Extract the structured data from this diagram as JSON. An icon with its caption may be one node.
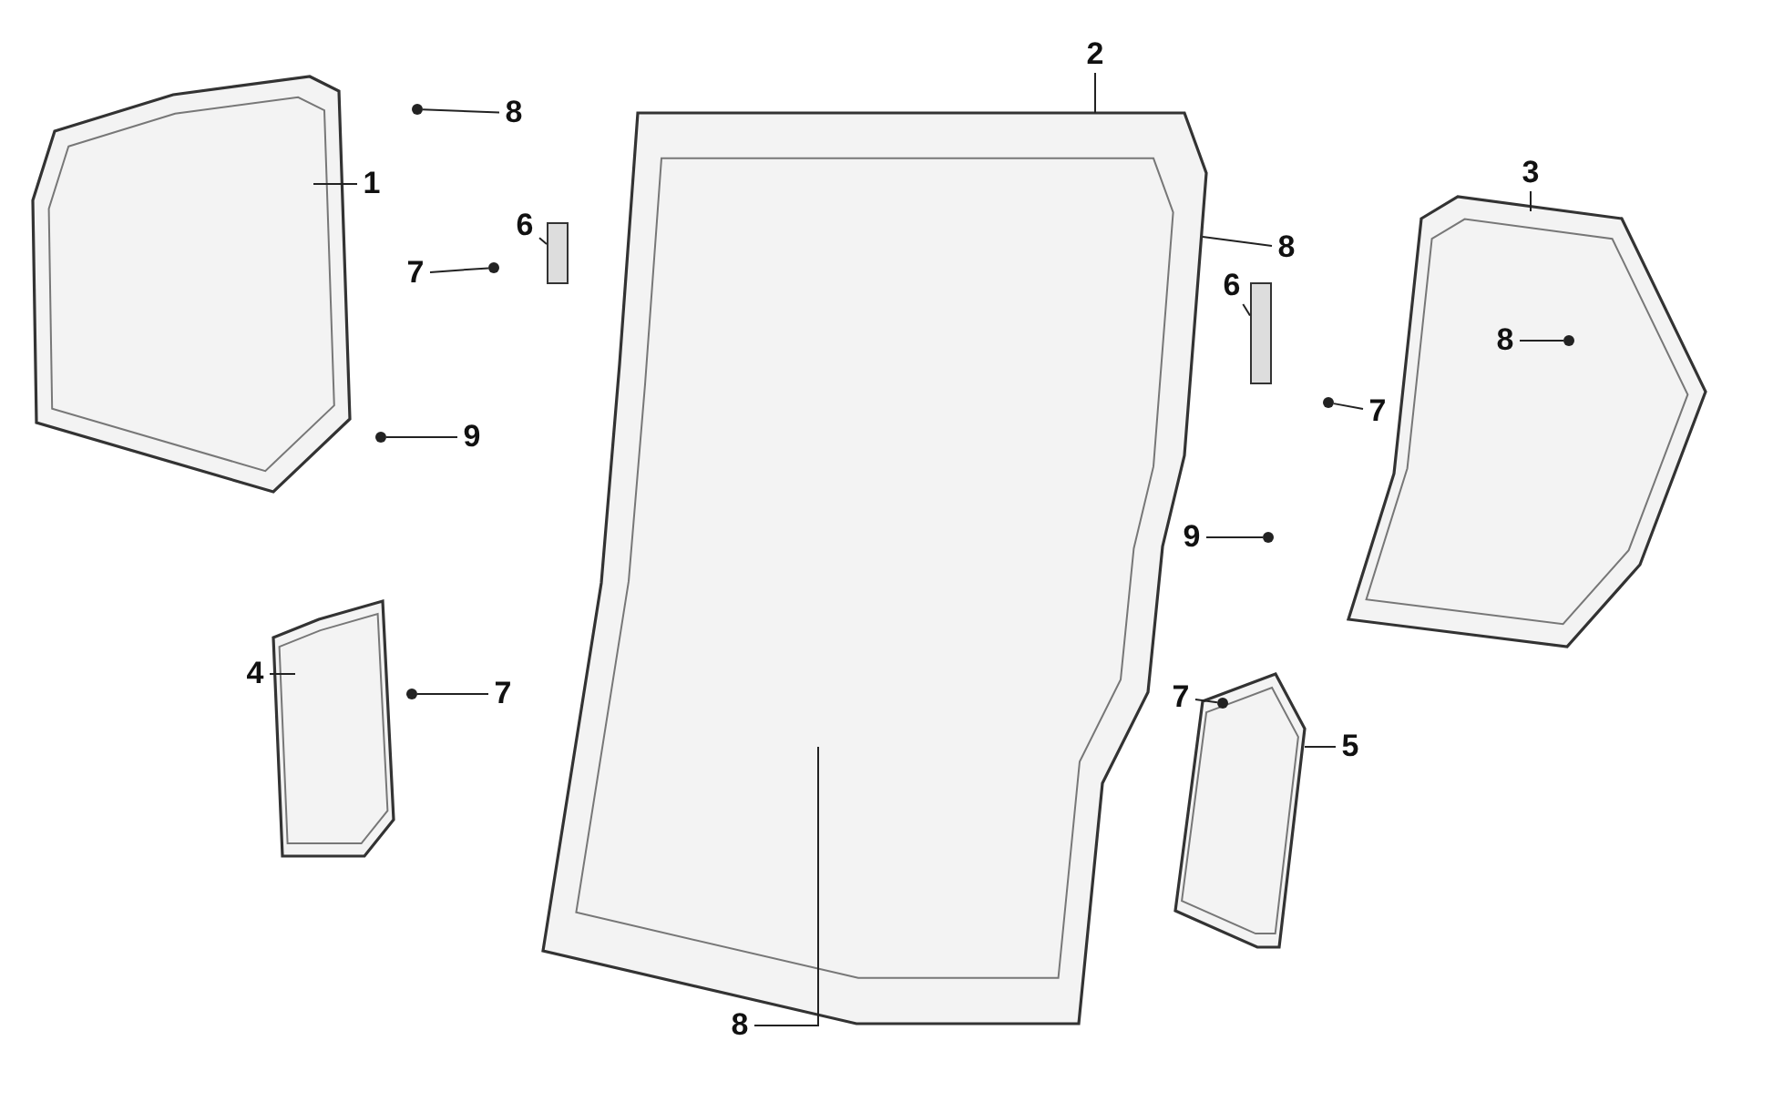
{
  "diagram": {
    "nodes": [
      {
        "text": [],
        "shape": "picture"
      },
      {
        "text": [],
        "shape": "picture"
      },
      {
        "text": [],
        "shape": "picture"
      },
      {
        "text": [],
        "shape": "picture"
      },
      {
        "text": [],
        "shape": "picture"
      },
      {
        "text": [],
        "shape": "bar"
      },
      {
        "text": [],
        "shape": "bar"
      },
      {
        "text": [],
        "shape": "circle"
      },
      {
        "text": [],
        "shape": "circle"
      },
      {
        "text": [],
        "shape": "circle"
      },
      {
        "text": [],
        "shape": "circle"
      },
      {
        "text": [],
        "shape": "circle",
        "in": 3
      },
      {
        "text": [],
        "shape": "circle"
      },
      {
        "text": [],
        "shape": "circle"
      },
      {
        "text": [],
        "shape": "circle",
        "in": 4
      },
      {
        "text": [
          "2"
        ]
      },
      {
        "text": [
          "8"
        ]
      },
      {
        "text": [
          "3"
        ]
      },
      {
        "text": [
          "1"
        ]
      },
      {
        "text": [
          "6"
        ]
      },
      {
        "text": [
          "8"
        ]
      },
      {
        "text": [
          "7"
        ]
      },
      {
        "text": [
          "6"
        ]
      },
      {
        "text": [
          "8"
        ],
        "in": 4
      },
      {
        "text": [
          "7"
        ]
      },
      {
        "text": [
          "9"
        ]
      },
      {
        "text": [
          "9"
        ]
      },
      {
        "text": [
          "4"
        ]
      },
      {
        "text": [
          "7"
        ]
      },
      {
        "text": [
          "7"
        ]
      },
      {
        "text": [
          "5"
        ]
      },
      {
        "text": [
          "8"
        ]
      }
    ],
    "edges": [
      {
        "from": 15,
        "to": 2,
        "arrow": "none"
      },
      {
        "from": 16,
        "to": 9,
        "arrow": "none"
      },
      {
        "from": 17,
        "to": 4,
        "arrow": "none"
      },
      {
        "from": 18,
        "to": 0,
        "arrow": "none"
      },
      {
        "from": 19,
        "to": 5,
        "arrow": "none"
      },
      {
        "from": 20,
        "to": 2,
        "arrow": "none"
      },
      {
        "from": 21,
        "to": 10,
        "arrow": "none"
      },
      {
        "from": 22,
        "to": 6,
        "arrow": "none"
      },
      {
        "from": 23,
        "to": 14,
        "arrow": "none"
      },
      {
        "from": 24,
        "to": 13,
        "arrow": "none"
      },
      {
        "from": 25,
        "to": 7,
        "arrow": "none"
      },
      {
        "from": 26,
        "to": 12,
        "arrow": "none"
      },
      {
        "from": 27,
        "to": 1,
        "arrow": "none"
      },
      {
        "from": 28,
        "to": 8,
        "arrow": "none"
      },
      {
        "from": 29,
        "to": 11,
        "arrow": "none"
      },
      {
        "from": 30,
        "to": 3,
        "arrow": "none"
      },
      {
        "from": 31,
        "to": 2,
        "arrow": "none"
      }
    ]
  }
}
